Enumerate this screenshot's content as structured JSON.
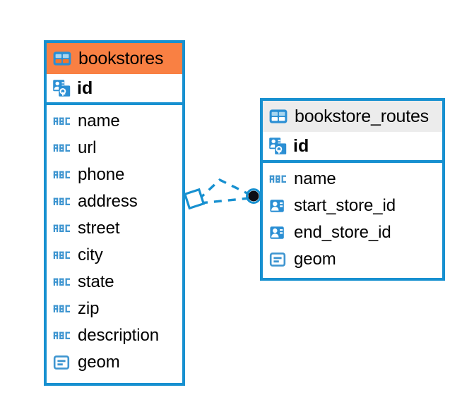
{
  "diagram": {
    "type": "entity-relationship-diagram",
    "background_color": "#ffffff",
    "accent_color": "#1790d0",
    "highlight_color": "#f98043",
    "header_gray": "#ececec"
  },
  "entities": [
    {
      "name": "bookstores",
      "header_style": "orange",
      "table_icon": "table-icon",
      "primary_key": {
        "label": "id",
        "icon": "primary-key-icon"
      },
      "fields": [
        {
          "label": "name",
          "icon": "text-abc-icon"
        },
        {
          "label": "url",
          "icon": "text-abc-icon"
        },
        {
          "label": "phone",
          "icon": "text-abc-icon"
        },
        {
          "label": "address",
          "icon": "text-abc-icon"
        },
        {
          "label": "street",
          "icon": "text-abc-icon"
        },
        {
          "label": "city",
          "icon": "text-abc-icon"
        },
        {
          "label": "state",
          "icon": "text-abc-icon"
        },
        {
          "label": "zip",
          "icon": "text-abc-icon"
        },
        {
          "label": "description",
          "icon": "text-abc-icon"
        },
        {
          "label": "geom",
          "icon": "geometry-icon"
        }
      ]
    },
    {
      "name": "bookstore_routes",
      "header_style": "gray",
      "table_icon": "table-icon",
      "primary_key": {
        "label": "id",
        "icon": "primary-key-icon"
      },
      "fields": [
        {
          "label": "name",
          "icon": "text-abc-icon"
        },
        {
          "label": "start_store_id",
          "icon": "foreign-key-icon"
        },
        {
          "label": "end_store_id",
          "icon": "foreign-key-icon"
        },
        {
          "label": "geom",
          "icon": "geometry-icon"
        }
      ]
    }
  ],
  "relationship": {
    "source_entity": "bookstores",
    "target_entity": "bookstore_routes",
    "source_marker": "diamond-marker",
    "target_marker": "filled-circle-marker",
    "line_style": "dashed",
    "line_color": "#1790d0"
  }
}
